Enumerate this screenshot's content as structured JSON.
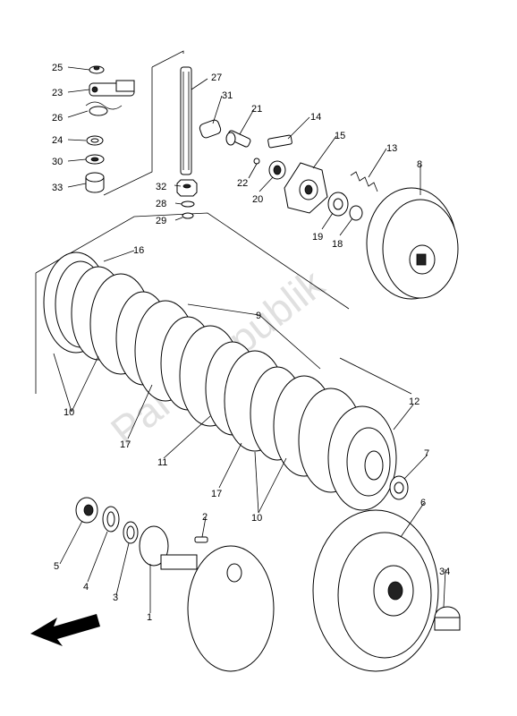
{
  "watermark": "PartsRepublik",
  "callouts": {
    "c1": "1",
    "c2": "2",
    "c3": "3",
    "c4": "4",
    "c5": "5",
    "c6": "6",
    "c7": "7",
    "c8": "8",
    "c9": "9",
    "c10a": "10",
    "c10b": "10",
    "c11": "11",
    "c12": "12",
    "c13": "13",
    "c14": "14",
    "c15": "15",
    "c16": "16",
    "c17a": "17",
    "c17b": "17",
    "c18": "18",
    "c19": "19",
    "c20": "20",
    "c21": "21",
    "c22": "22",
    "c23": "23",
    "c24": "24",
    "c25": "25",
    "c26": "26",
    "c27": "27",
    "c28": "28",
    "c29": "29",
    "c30": "30",
    "c31": "31",
    "c32": "32",
    "c33": "33",
    "c34": "34"
  },
  "icons": {
    "front_arrow": "direction-arrow-icon"
  }
}
